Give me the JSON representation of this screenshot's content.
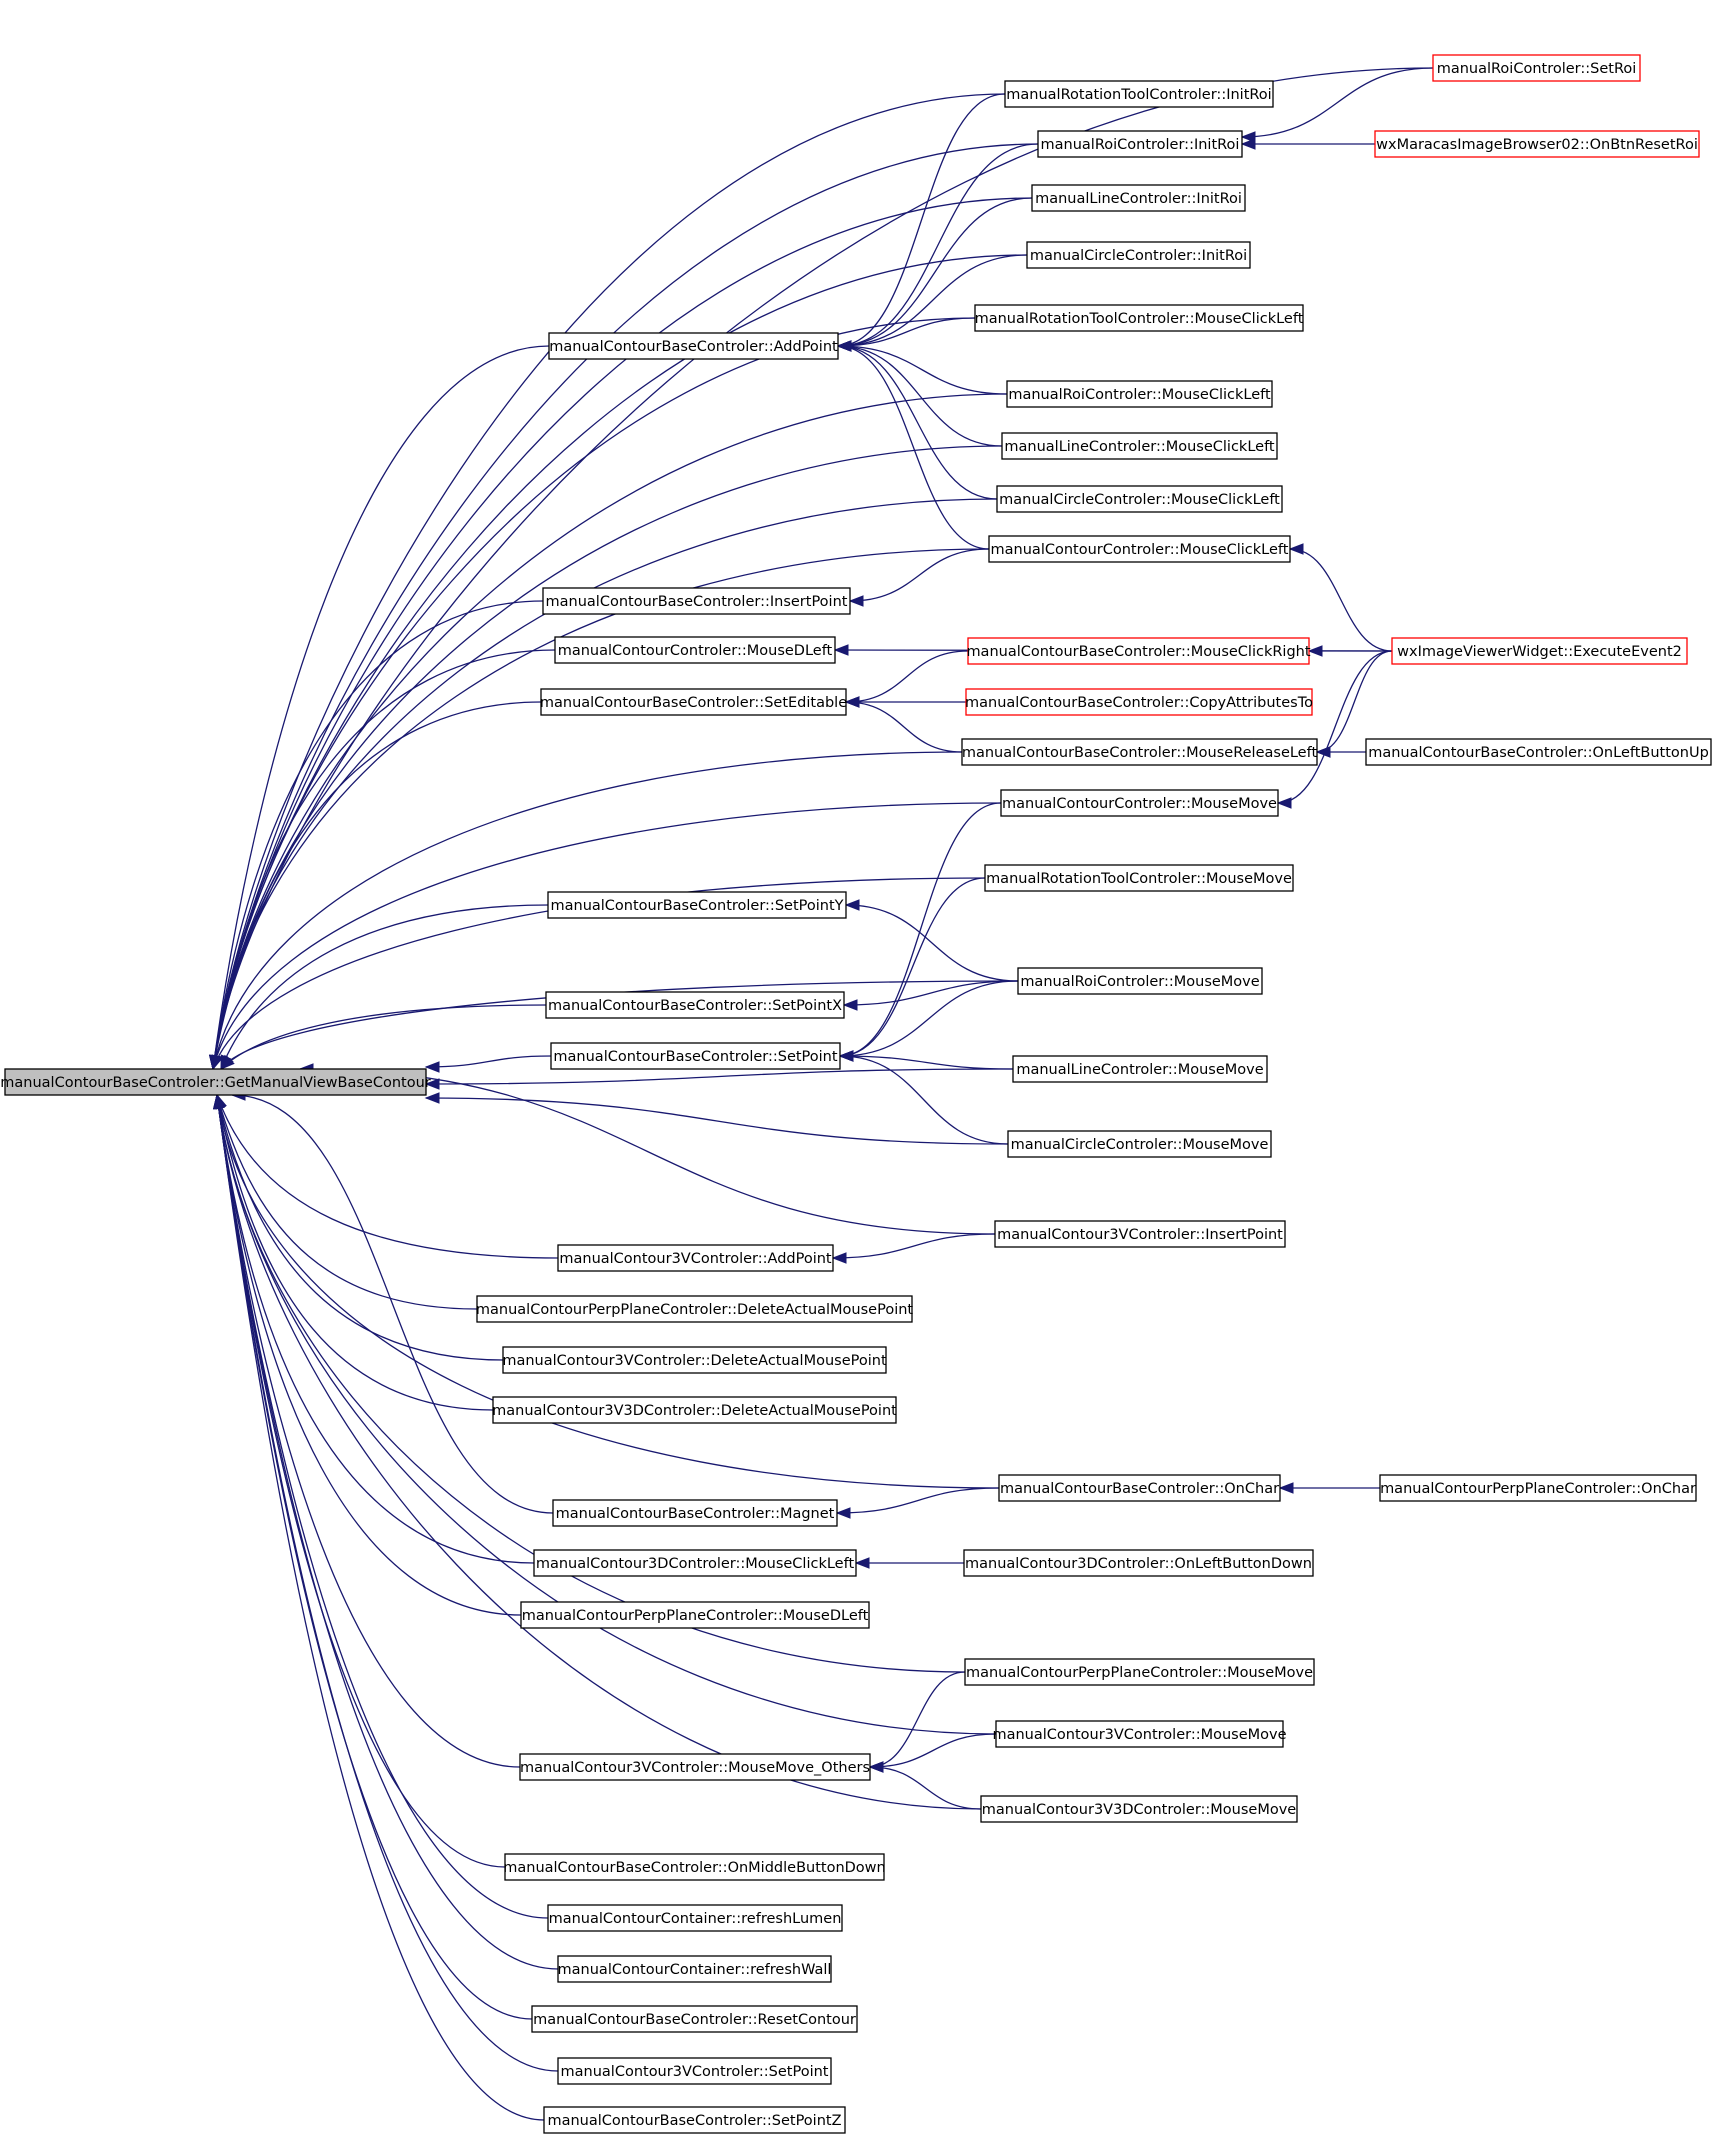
{
  "colors": {
    "edge": "#191970",
    "node_border": "#000000",
    "node_border_truncated": "#ff0000",
    "root_fill": "#bfbfbf",
    "background": "#ffffff"
  },
  "graph": {
    "direction": "right-to-left caller graph",
    "root": "manualContourBaseControler::GetManualViewBaseContour",
    "nodes": [
      {
        "id": "root",
        "label": "manualContourBaseControler::GetManualViewBaseContour",
        "style": "root"
      },
      {
        "id": "roiSetRoi",
        "label": "manualRoiControler::SetRoi",
        "style": "red"
      },
      {
        "id": "rotInit",
        "label": "manualRotationToolControler::InitRoi",
        "style": "normal"
      },
      {
        "id": "roiInit",
        "label": "manualRoiControler::InitRoi",
        "style": "normal"
      },
      {
        "id": "wxReset",
        "label": "wxMaracasImageBrowser02::OnBtnResetRoi",
        "style": "red"
      },
      {
        "id": "lineInit",
        "label": "manualLineControler::InitRoi",
        "style": "normal"
      },
      {
        "id": "circInit",
        "label": "manualCircleControler::InitRoi",
        "style": "normal"
      },
      {
        "id": "addPoint",
        "label": "manualContourBaseControler::AddPoint",
        "style": "normal"
      },
      {
        "id": "rotMCL",
        "label": "manualRotationToolControler::MouseClickLeft",
        "style": "normal"
      },
      {
        "id": "roiMCL",
        "label": "manualRoiControler::MouseClickLeft",
        "style": "normal"
      },
      {
        "id": "lineMCL",
        "label": "manualLineControler::MouseClickLeft",
        "style": "normal"
      },
      {
        "id": "circMCL",
        "label": "manualCircleControler::MouseClickLeft",
        "style": "normal"
      },
      {
        "id": "contMCL",
        "label": "manualContourControler::MouseClickLeft",
        "style": "normal"
      },
      {
        "id": "insertPoint",
        "label": "manualContourBaseControler::InsertPoint",
        "style": "normal"
      },
      {
        "id": "mouseDLeft",
        "label": "manualContourControler::MouseDLeft",
        "style": "normal"
      },
      {
        "id": "mcr",
        "label": "manualContourBaseControler::MouseClickRight",
        "style": "red"
      },
      {
        "id": "wxExec",
        "label": "wxImageViewerWidget::ExecuteEvent2",
        "style": "red"
      },
      {
        "id": "setEditable",
        "label": "manualContourBaseControler::SetEditable",
        "style": "normal"
      },
      {
        "id": "copyAttr",
        "label": "manualContourBaseControler::CopyAttributesTo",
        "style": "red"
      },
      {
        "id": "mrl",
        "label": "manualContourBaseControler::MouseReleaseLeft",
        "style": "normal"
      },
      {
        "id": "olbu",
        "label": "manualContourBaseControler::OnLeftButtonUp",
        "style": "normal"
      },
      {
        "id": "contMM",
        "label": "manualContourControler::MouseMove",
        "style": "normal"
      },
      {
        "id": "rotMM",
        "label": "manualRotationToolControler::MouseMove",
        "style": "normal"
      },
      {
        "id": "setPointY",
        "label": "manualContourBaseControler::SetPointY",
        "style": "normal"
      },
      {
        "id": "roiMM",
        "label": "manualRoiControler::MouseMove",
        "style": "normal"
      },
      {
        "id": "setPointX",
        "label": "manualContourBaseControler::SetPointX",
        "style": "normal"
      },
      {
        "id": "setPoint",
        "label": "manualContourBaseControler::SetPoint",
        "style": "normal"
      },
      {
        "id": "lineMM",
        "label": "manualLineControler::MouseMove",
        "style": "normal"
      },
      {
        "id": "circMM",
        "label": "manualCircleControler::MouseMove",
        "style": "normal"
      },
      {
        "id": "c3vIns",
        "label": "manualContour3VControler::InsertPoint",
        "style": "normal"
      },
      {
        "id": "c3vAdd",
        "label": "manualContour3VControler::AddPoint",
        "style": "normal"
      },
      {
        "id": "ppDAMP",
        "label": "manualContourPerpPlaneControler::DeleteActualMousePoint",
        "style": "normal"
      },
      {
        "id": "c3vDAMP",
        "label": "manualContour3VControler::DeleteActualMousePoint",
        "style": "normal"
      },
      {
        "id": "c3v3dDAMP",
        "label": "manualContour3V3DControler::DeleteActualMousePoint",
        "style": "normal"
      },
      {
        "id": "onChar",
        "label": "manualContourBaseControler::OnChar",
        "style": "normal"
      },
      {
        "id": "ppOnChar",
        "label": "manualContourPerpPlaneControler::OnChar",
        "style": "normal"
      },
      {
        "id": "magnet",
        "label": "manualContourBaseControler::Magnet",
        "style": "normal"
      },
      {
        "id": "c3dMCL",
        "label": "manualContour3DControler::MouseClickLeft",
        "style": "normal"
      },
      {
        "id": "c3dOLBD",
        "label": "manualContour3DControler::OnLeftButtonDown",
        "style": "normal"
      },
      {
        "id": "ppMDL",
        "label": "manualContourPerpPlaneControler::MouseDLeft",
        "style": "normal"
      },
      {
        "id": "ppMM",
        "label": "manualContourPerpPlaneControler::MouseMove",
        "style": "normal"
      },
      {
        "id": "c3vMM",
        "label": "manualContour3VControler::MouseMove",
        "style": "normal"
      },
      {
        "id": "mmOthers",
        "label": "manualContour3VControler::MouseMove_Others",
        "style": "normal"
      },
      {
        "id": "c3v3dMM",
        "label": "manualContour3V3DControler::MouseMove",
        "style": "normal"
      },
      {
        "id": "omb",
        "label": "manualContourBaseControler::OnMiddleButtonDown",
        "style": "normal"
      },
      {
        "id": "refreshLumen",
        "label": "manualContourContainer::refreshLumen",
        "style": "normal"
      },
      {
        "id": "refreshWall",
        "label": "manualContourContainer::refreshWall",
        "style": "normal"
      },
      {
        "id": "resetContour",
        "label": "manualContourBaseControler::ResetContour",
        "style": "normal"
      },
      {
        "id": "c3vSetPoint",
        "label": "manualContour3VControler::SetPoint",
        "style": "normal"
      },
      {
        "id": "setPointZ",
        "label": "manualContourBaseControler::SetPointZ",
        "style": "normal"
      }
    ],
    "edges": [
      {
        "from": "roiSetRoi",
        "to": "root"
      },
      {
        "from": "rotInit",
        "to": "root"
      },
      {
        "from": "roiInit",
        "to": "root"
      },
      {
        "from": "lineInit",
        "to": "root"
      },
      {
        "from": "circInit",
        "to": "root"
      },
      {
        "from": "rotMCL",
        "to": "root"
      },
      {
        "from": "addPoint",
        "to": "root"
      },
      {
        "from": "roiMCL",
        "to": "root"
      },
      {
        "from": "lineMCL",
        "to": "root"
      },
      {
        "from": "circMCL",
        "to": "root"
      },
      {
        "from": "contMCL",
        "to": "root"
      },
      {
        "from": "insertPoint",
        "to": "root"
      },
      {
        "from": "mouseDLeft",
        "to": "root"
      },
      {
        "from": "setEditable",
        "to": "root"
      },
      {
        "from": "mrl",
        "to": "root"
      },
      {
        "from": "contMM",
        "to": "root"
      },
      {
        "from": "rotMM",
        "to": "root"
      },
      {
        "from": "setPointY",
        "to": "root"
      },
      {
        "from": "roiMM",
        "to": "root"
      },
      {
        "from": "setPointX",
        "to": "root"
      },
      {
        "from": "setPoint",
        "to": "root"
      },
      {
        "from": "lineMM",
        "to": "root"
      },
      {
        "from": "circMM",
        "to": "root"
      },
      {
        "from": "c3vIns",
        "to": "root"
      },
      {
        "from": "c3vAdd",
        "to": "root"
      },
      {
        "from": "ppDAMP",
        "to": "root"
      },
      {
        "from": "c3vDAMP",
        "to": "root"
      },
      {
        "from": "c3v3dDAMP",
        "to": "root"
      },
      {
        "from": "onChar",
        "to": "root"
      },
      {
        "from": "magnet",
        "to": "root"
      },
      {
        "from": "c3dMCL",
        "to": "root"
      },
      {
        "from": "ppMDL",
        "to": "root"
      },
      {
        "from": "ppMM",
        "to": "root"
      },
      {
        "from": "c3vMM",
        "to": "root"
      },
      {
        "from": "mmOthers",
        "to": "root"
      },
      {
        "from": "c3v3dMM",
        "to": "root"
      },
      {
        "from": "omb",
        "to": "root"
      },
      {
        "from": "refreshLumen",
        "to": "root"
      },
      {
        "from": "refreshWall",
        "to": "root"
      },
      {
        "from": "resetContour",
        "to": "root"
      },
      {
        "from": "c3vSetPoint",
        "to": "root"
      },
      {
        "from": "setPointZ",
        "to": "root"
      },
      {
        "from": "roiSetRoi",
        "to": "roiInit"
      },
      {
        "from": "wxReset",
        "to": "roiInit"
      },
      {
        "from": "rotInit",
        "to": "addPoint"
      },
      {
        "from": "roiInit",
        "to": "addPoint"
      },
      {
        "from": "lineInit",
        "to": "addPoint"
      },
      {
        "from": "circInit",
        "to": "addPoint"
      },
      {
        "from": "rotMCL",
        "to": "addPoint"
      },
      {
        "from": "roiMCL",
        "to": "addPoint"
      },
      {
        "from": "lineMCL",
        "to": "addPoint"
      },
      {
        "from": "circMCL",
        "to": "addPoint"
      },
      {
        "from": "contMCL",
        "to": "addPoint"
      },
      {
        "from": "contMCL",
        "to": "insertPoint"
      },
      {
        "from": "wxExec",
        "to": "contMCL"
      },
      {
        "from": "wxExec",
        "to": "mouseDLeft"
      },
      {
        "from": "wxExec",
        "to": "mcr"
      },
      {
        "from": "wxExec",
        "to": "mrl"
      },
      {
        "from": "wxExec",
        "to": "contMM"
      },
      {
        "from": "mcr",
        "to": "setEditable"
      },
      {
        "from": "copyAttr",
        "to": "setEditable"
      },
      {
        "from": "mrl",
        "to": "setEditable"
      },
      {
        "from": "olbu",
        "to": "mrl"
      },
      {
        "from": "contMM",
        "to": "setPoint"
      },
      {
        "from": "rotMM",
        "to": "setPoint"
      },
      {
        "from": "roiMM",
        "to": "setPointY"
      },
      {
        "from": "roiMM",
        "to": "setPointX"
      },
      {
        "from": "roiMM",
        "to": "setPoint"
      },
      {
        "from": "lineMM",
        "to": "setPoint"
      },
      {
        "from": "circMM",
        "to": "setPoint"
      },
      {
        "from": "c3vIns",
        "to": "c3vAdd"
      },
      {
        "from": "ppOnChar",
        "to": "onChar"
      },
      {
        "from": "onChar",
        "to": "magnet"
      },
      {
        "from": "c3dOLBD",
        "to": "c3dMCL"
      },
      {
        "from": "ppMM",
        "to": "mmOthers"
      },
      {
        "from": "c3vMM",
        "to": "mmOthers"
      },
      {
        "from": "c3v3dMM",
        "to": "mmOthers"
      }
    ]
  }
}
